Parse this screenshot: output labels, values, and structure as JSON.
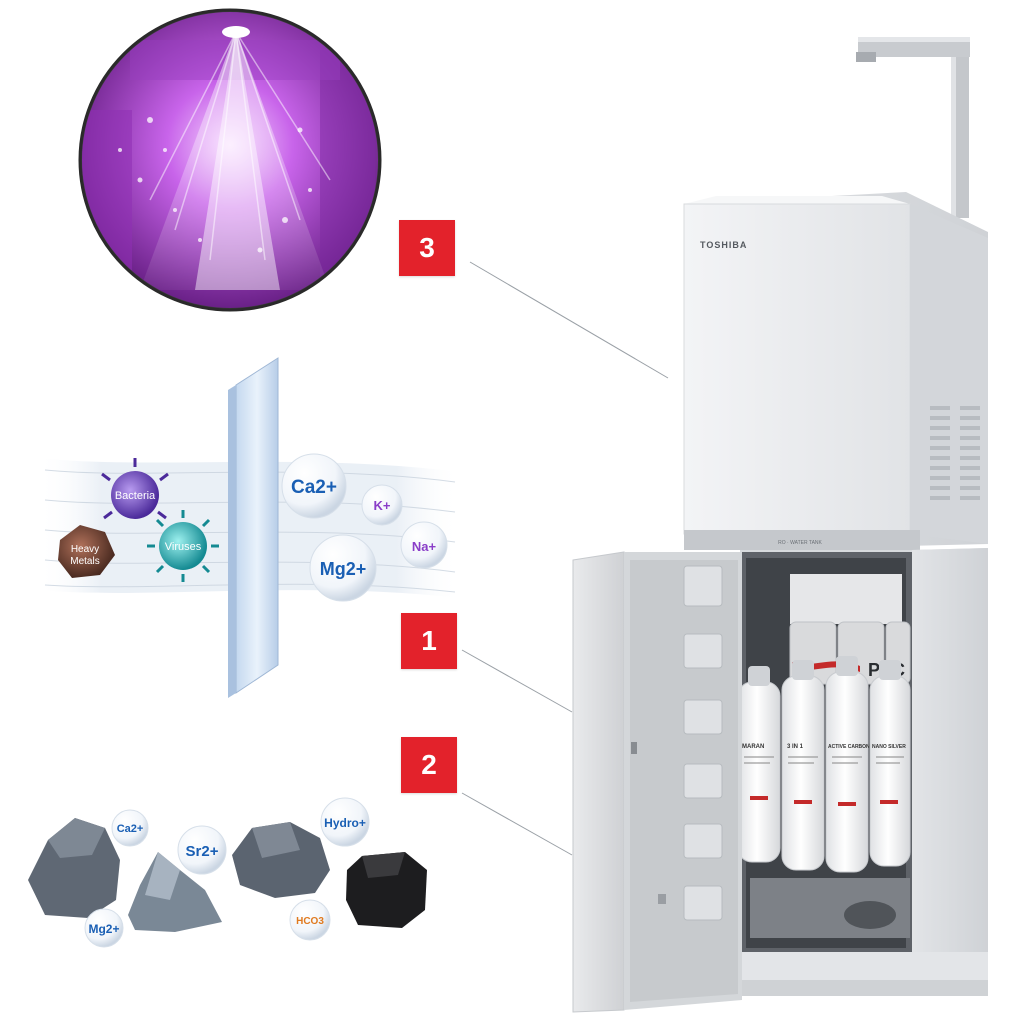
{
  "badges": [
    {
      "number": "3"
    },
    {
      "number": "1"
    },
    {
      "number": "2"
    }
  ],
  "brand": "TOSHIBA",
  "tank_label": "RO · WATER TANK",
  "filter_layer": {
    "contaminants": [
      "Bacteria",
      "Viruses",
      "Heavy Metals"
    ],
    "minerals_passed": [
      "Ca2+",
      "K+",
      "Mg2+",
      "Na+"
    ]
  },
  "mineral_stones": {
    "ions": [
      "Ca2+",
      "Sr2+",
      "Hydro+",
      "Mg2+",
      "HCO3"
    ]
  },
  "filters": [
    "MARAN",
    "3 IN 1",
    "ACTIVE CARBON",
    "NANO SILVER"
  ],
  "pre_filter": "PPC",
  "colors": {
    "badge_red": "#e3222b",
    "uv_purple": "#b13dd6",
    "bubble_blue": "#1a5fb4",
    "bubble_purple": "#8a3ec8",
    "bubble_orange": "#e07a1f"
  }
}
